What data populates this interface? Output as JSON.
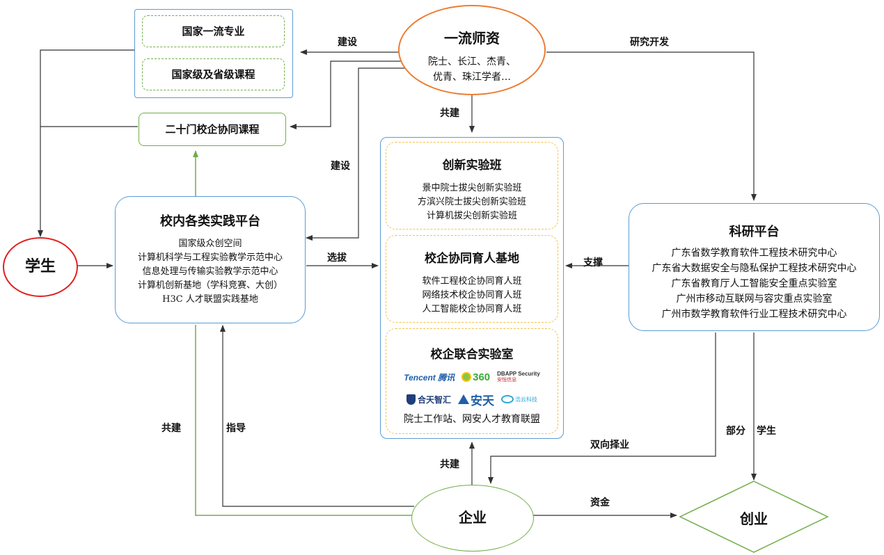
{
  "colors": {
    "blue": "#5b9bd5",
    "green": "#70ad47",
    "orange": "#ed7d31",
    "gold": "#f5c24a",
    "red": "#e02020",
    "arrow": "#333333"
  },
  "top_majors": {
    "item1": "国家一流专业",
    "item2": "国家级及省级课程"
  },
  "coop_course": "二十门校企协同课程",
  "faculty": {
    "title": "一流师资",
    "line1": "院士、长江、杰青、",
    "line2": "优青、珠江学者…"
  },
  "practice": {
    "title": "校内各类实践平台",
    "lines": [
      "国家级众创空间",
      "计算机科学与工程实验教学示范中心",
      "信息处理与传输实验教学示范中心",
      "计算机创新基地（学科竞赛、大创）",
      "H3C 人才联盟实践基地"
    ]
  },
  "innovation": {
    "title": "创新实验班",
    "lines": [
      "景中院士拔尖创新实验班",
      "方滨兴院士拔尖创新实验班",
      "计算机拔尖创新实验班"
    ]
  },
  "base": {
    "title": "校企协同育人基地",
    "lines": [
      "软件工程校企协同育人班",
      "网络技术校企协同育人班",
      "人工智能校企协同育人班"
    ]
  },
  "joint_lab": {
    "title": "校企联合实验室",
    "footer": "院士工作站、网安人才教育联盟",
    "logos": {
      "tencent": "Tencent 腾讯",
      "q360": "360",
      "dbapp": "DBAPP Security",
      "dbapp_cn": "安恒信息",
      "hetian": "合天智汇",
      "antiy": "安天",
      "haoyun": "浩云科技"
    }
  },
  "research": {
    "title": "科研平台",
    "lines": [
      "广东省数学教育软件工程技术研究中心",
      "广东省大数据安全与隐私保护工程技术研究中心",
      "广东省教育厅人工智能安全重点实验室",
      "广州市移动互联网与容灾重点实验室",
      "广州市数学教育软件行业工程技术研究中心"
    ]
  },
  "student": "学生",
  "enterprise": "企业",
  "startup": "创业",
  "labels": {
    "build1": "建设",
    "rnd": "研究开发",
    "cobuild_top": "共建",
    "build2": "建设",
    "select": "选拔",
    "support": "支撑",
    "cobuild_left": "共建",
    "guide": "指导",
    "twoway": "双向择业",
    "part": "部分",
    "student_small": "学生",
    "cobuild_bottom": "共建",
    "fund": "资金"
  }
}
